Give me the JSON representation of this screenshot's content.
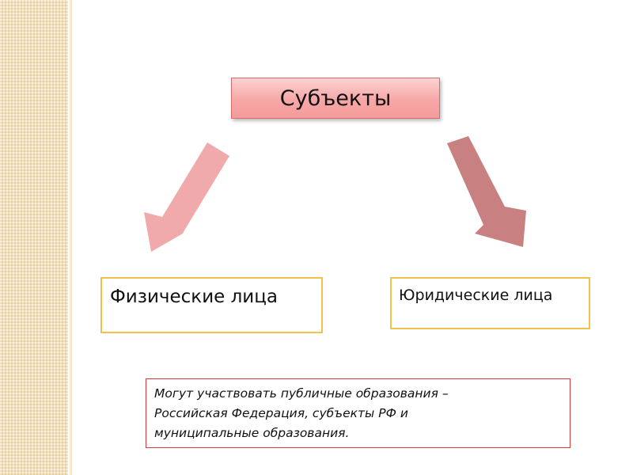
{
  "diagram": {
    "root_label": "Субъекты",
    "children": [
      {
        "label": "Физические лица"
      },
      {
        "label": "Юридические лица"
      }
    ],
    "note_lines": [
      "Могут участвовать публичные образования –",
      "Российская Федерация, субъекты РФ и",
      "муниципальные образования."
    ]
  },
  "colors": {
    "left_arrow": "#f0aaab",
    "right_arrow": "#c98080",
    "root_fill": "#f7a7a7",
    "child_border": "#f1c14a",
    "note_border": "#d63a3a",
    "side_band": "#f1ddb8"
  }
}
